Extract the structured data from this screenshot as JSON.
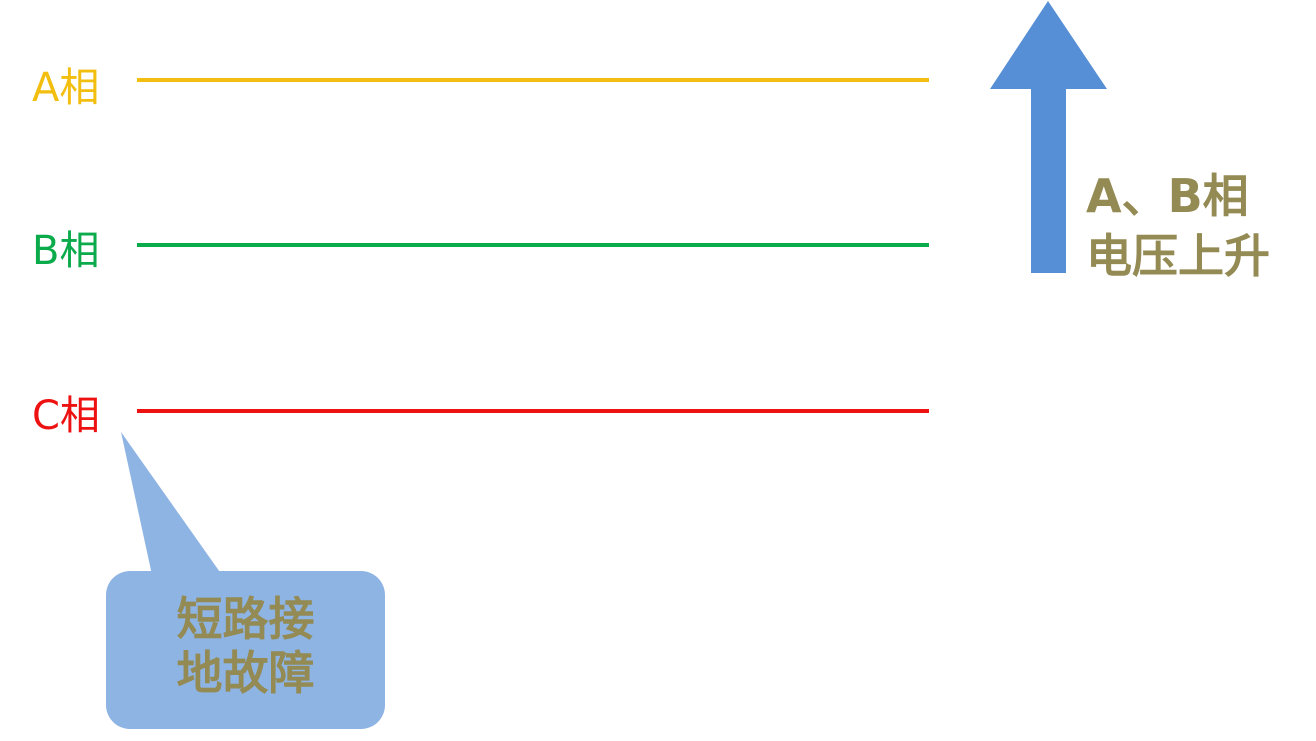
{
  "phases": [
    {
      "label": "A相",
      "color": "#F2BE0F"
    },
    {
      "label": "B相",
      "color": "#0BAA4B"
    },
    {
      "label": "C相",
      "color": "#EE1111"
    }
  ],
  "arrow": {
    "icon": "up-arrow-icon",
    "color": "#578FD6",
    "text_line1": "A、B相",
    "text_line2": "电压上升",
    "text_color": "#948A54"
  },
  "callout": {
    "line1": "短路接",
    "line2": "地故障",
    "fill_color": "#8EB4E3",
    "text_color": "#948A54"
  }
}
